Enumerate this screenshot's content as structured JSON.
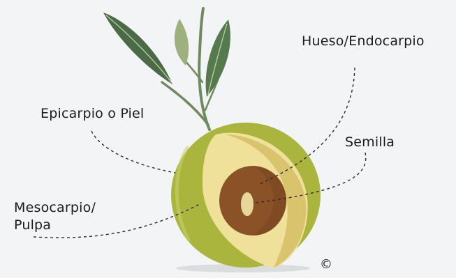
{
  "labels": {
    "hueso": "Hueso/Endocarpio",
    "epicarpio": "Epicarpio o Piel",
    "semilla": "Semilla",
    "mesocarpio_line1": "Mesocarpio/",
    "mesocarpio_line2": "Pulpa"
  },
  "copyright": "©",
  "colors": {
    "background": "#f3f4f6",
    "leaf_dark": "#4a6b45",
    "leaf_light": "#9fb07f",
    "stem": "#6f8a5c",
    "epicarp": "#a9b53c",
    "mesocarp": "#efe19a",
    "mesocarp_shade": "#d9c36c",
    "pit": "#8b5227",
    "seed": "#e7d89a",
    "shadow": "#dcdcdc"
  }
}
